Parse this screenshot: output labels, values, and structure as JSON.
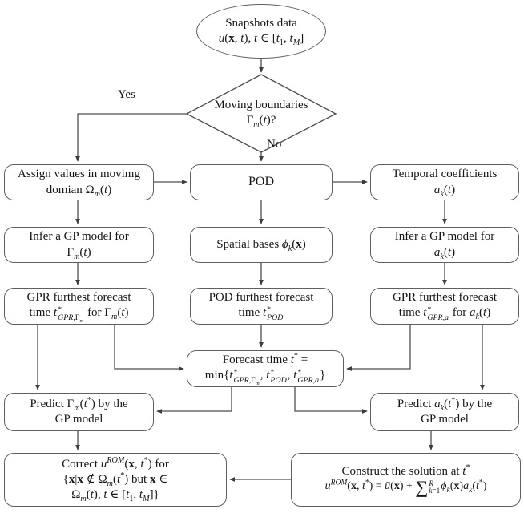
{
  "diagram": {
    "type": "flowchart",
    "background_color": "#ffffff",
    "line_color": "#4d4d4d",
    "box_border_color": "#5f5f5f",
    "text_color": "#151515",
    "branch_labels": {
      "yes": "Yes",
      "no": "No"
    },
    "nodes": {
      "snapshots": {
        "shape": "ellipse",
        "line1": "Snapshots data",
        "line2_html": "<i>u</i>(<b>x</b>, <i>t</i>), <i>t</i> ∈ [<i>t</i><sub>1</sub>, <i>t</i><sub><i>M</i></sub>]"
      },
      "moving_boundaries_decision": {
        "shape": "diamond",
        "line1": "Moving boundaries",
        "line2_html": "Γ<sub><i>m</i></sub>(<i>t</i>)?"
      },
      "assign_values": {
        "line1": "Assign values in movimg",
        "line2_html": "domian Ω<sub><i>m</i></sub>(<i>t</i>)"
      },
      "pod": {
        "line1": "POD"
      },
      "temporal_coefficients": {
        "line1": "Temporal coefficients",
        "line2_html": "<i>a</i><sub><i>k</i></sub>(<i>t</i>)"
      },
      "infer_gp_boundary": {
        "line1": "Infer a GP model for",
        "line2_html": "Γ<sub><i>m</i></sub>(<i>t</i>)"
      },
      "spatial_bases": {
        "line1_html": "Spatial bases <i>ϕ</i><sub><i>k</i></sub>(<b>x</b>)"
      },
      "infer_gp_coeff": {
        "line1": "Infer a GP model for",
        "line2_html": "<i>a</i><sub><i>k</i></sub>(<i>t</i>)"
      },
      "gpr_forecast_boundary": {
        "line1": "GPR furthest forecast",
        "line2_html": "time <i>t</i><span class='supsub'><span class='t'>*</span><span class='b'><i>GPR</i>,Γ<sub><i>m</i></sub></span></span> for Γ<sub><i>m</i></sub>(<i>t</i>)"
      },
      "pod_forecast": {
        "line1": "POD furthest forecast",
        "line2_html": "time <i>t</i><span class='supsub'><span class='t'>*</span><span class='b'><i>POD</i></span></span>"
      },
      "gpr_forecast_coeff": {
        "line1": "GPR furthest forecast",
        "line2_html": "time <i>t</i><span class='supsub'><span class='t'>*</span><span class='b'><i>GPR</i>,<i>a</i></span></span> for <i>a</i><sub><i>k</i></sub>(<i>t</i>)"
      },
      "forecast_time": {
        "line1_html": "Forecast time <i>t</i><sup>*</sup> =",
        "line2_html": "min{<i>t</i><span class='supsub'><span class='t'>*</span><span class='b'><i>GPR</i>,Γ<sub><i>m</i></sub></span></span>, <i>t</i><span class='supsub'><span class='t'>*</span><span class='b'><i>POD</i></span></span>, <i>t</i><span class='supsub'><span class='t'>*</span><span class='b'><i>GPR</i>,<i>a</i></span></span>}"
      },
      "predict_boundary": {
        "line1_html": "Predict Γ<sub><i>m</i></sub>(<i>t</i><sup>*</sup>) by the",
        "line2": "GP model"
      },
      "predict_coeff": {
        "line1_html": "Predict <i>a</i><sub><i>k</i></sub>(<i>t</i><sup>*</sup>) by the",
        "line2": "GP model"
      },
      "correct_solution": {
        "line1_html": "Correct <i>u</i><sup><i>ROM</i></sup>(<b>x</b>, <i>t</i><sup>*</sup>) for",
        "line2_html": "{<b>x</b>|<b>x</b> ∉ Ω<sub><i>m</i></sub>(<i>t</i><sup>*</sup>) but <b>x</b> ∈",
        "line3_html": "Ω<sub><i>m</i></sub>(<i>t</i>), <i>t</i> ∈ [<i>t</i><sub>1</sub>, <i>t</i><sub><i>M</i></sub>]}"
      },
      "construct_solution": {
        "line1_html": "Construct the solution at <i>t</i><sup>*</sup>",
        "line2_html": "<i>u</i><sup><i>ROM</i></sup>(<b>x</b>, <i>t</i><sup>*</sup>) = <i>ū</i>(<b>x</b>) + <span class='bigsum'>∑</span><span class='supsub'><span class='t'><i>R</i></span><span class='b'><i>k</i>=1</span></span><i>ϕ</i><sub><i>k</i></sub>(<b>x</b>)<i>a</i><sub><i>k</i></sub>(<i>t</i><sup>*</sup>)"
      }
    }
  }
}
